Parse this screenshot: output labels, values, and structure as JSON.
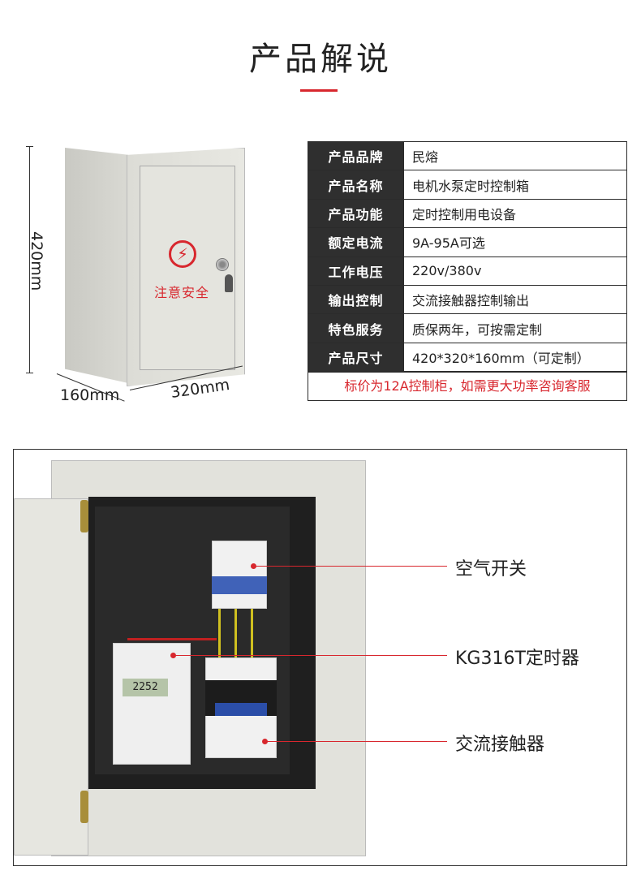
{
  "page": {
    "title": "产品解说"
  },
  "product_image": {
    "height_label": "420mm",
    "depth_label": "160mm",
    "width_label": "320mm",
    "warning_text": "注意安全"
  },
  "spec_table": {
    "rows": [
      {
        "key": "产品品牌",
        "value": "民熔"
      },
      {
        "key": "产品名称",
        "value": "电机水泵定时控制箱"
      },
      {
        "key": "产品功能",
        "value": "定时控制用电设备"
      },
      {
        "key": "额定电流",
        "value": "9A-95A可选"
      },
      {
        "key": "工作电压",
        "value": "220v/380v"
      },
      {
        "key": "输出控制",
        "value": "交流接触器控制输出"
      },
      {
        "key": "特色服务",
        "value": "质保两年，可按需定制"
      },
      {
        "key": "产品尺寸",
        "value": "420*320*160mm（可定制）"
      }
    ],
    "note": "标价为12A控制柜，如需更大功率咨询客服"
  },
  "interior_photo": {
    "timer_display": "2252",
    "callouts": [
      {
        "label": "空气开关"
      },
      {
        "label": "KG316T定时器"
      },
      {
        "label": "交流接触器"
      }
    ]
  },
  "colors": {
    "accent_red": "#d8272e",
    "table_header": "#2f2f2f"
  }
}
